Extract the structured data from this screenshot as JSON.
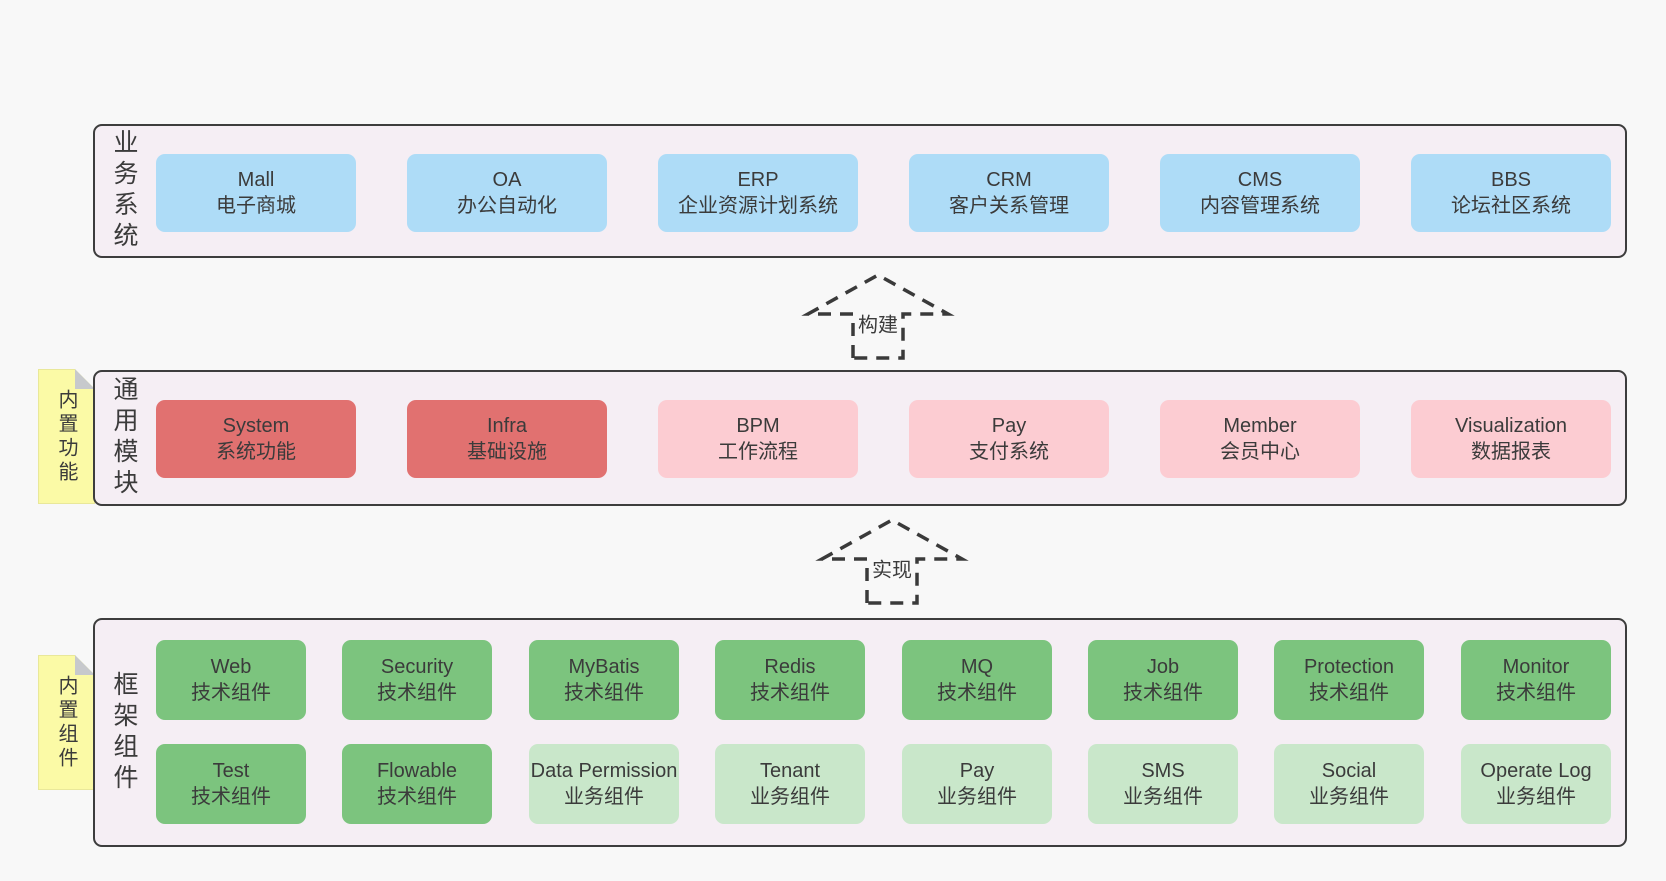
{
  "colors": {
    "page-bg": "#f8f8f8",
    "container-bg": "#f5eef4",
    "container-border": "#3d3d3d",
    "box-blue": "#aedcf7",
    "box-red": "#e17170",
    "box-pink": "#fcccd2",
    "box-green": "#7cc47e",
    "box-green-light": "#c9e7ca",
    "note-bg": "#fbfaa6",
    "note-fold": "#c7c9cc",
    "arrow-stroke": "#3a3a3a",
    "text": "#3b3b3b"
  },
  "arrows": [
    {
      "label": "构建"
    },
    {
      "label": "实现"
    }
  ],
  "layers": [
    {
      "label": "业务系统",
      "boxes": [
        {
          "name": "Mall",
          "desc": "电子商城"
        },
        {
          "name": "OA",
          "desc": "办公自动化"
        },
        {
          "name": "ERP",
          "desc": "企业资源计划系统"
        },
        {
          "name": "CRM",
          "desc": "客户关系管理"
        },
        {
          "name": "CMS",
          "desc": "内容管理系统"
        },
        {
          "name": "BBS",
          "desc": "论坛社区系统"
        }
      ]
    },
    {
      "label": "通用模块",
      "note": "内置功能",
      "boxes": [
        {
          "name": "System",
          "desc": "系统功能"
        },
        {
          "name": "Infra",
          "desc": "基础设施"
        },
        {
          "name": "BPM",
          "desc": "工作流程"
        },
        {
          "name": "Pay",
          "desc": "支付系统"
        },
        {
          "name": "Member",
          "desc": "会员中心"
        },
        {
          "name": "Visualization",
          "desc": "数据报表"
        }
      ]
    },
    {
      "label": "框架组件",
      "note": "内置组件",
      "rows": [
        [
          {
            "name": "Web",
            "desc": "技术组件"
          },
          {
            "name": "Security",
            "desc": "技术组件"
          },
          {
            "name": "MyBatis",
            "desc": "技术组件"
          },
          {
            "name": "Redis",
            "desc": "技术组件"
          },
          {
            "name": "MQ",
            "desc": "技术组件"
          },
          {
            "name": "Job",
            "desc": "技术组件"
          },
          {
            "name": "Protection",
            "desc": "技术组件"
          },
          {
            "name": "Monitor",
            "desc": "技术组件"
          }
        ],
        [
          {
            "name": "Test",
            "desc": "技术组件"
          },
          {
            "name": "Flowable",
            "desc": "技术组件"
          },
          {
            "name": "Data Permission",
            "desc": "业务组件"
          },
          {
            "name": "Tenant",
            "desc": "业务组件"
          },
          {
            "name": "Pay",
            "desc": "业务组件"
          },
          {
            "name": "SMS",
            "desc": "业务组件"
          },
          {
            "name": "Social",
            "desc": "业务组件"
          },
          {
            "name": "Operate Log",
            "desc": "业务组件"
          }
        ]
      ]
    }
  ]
}
